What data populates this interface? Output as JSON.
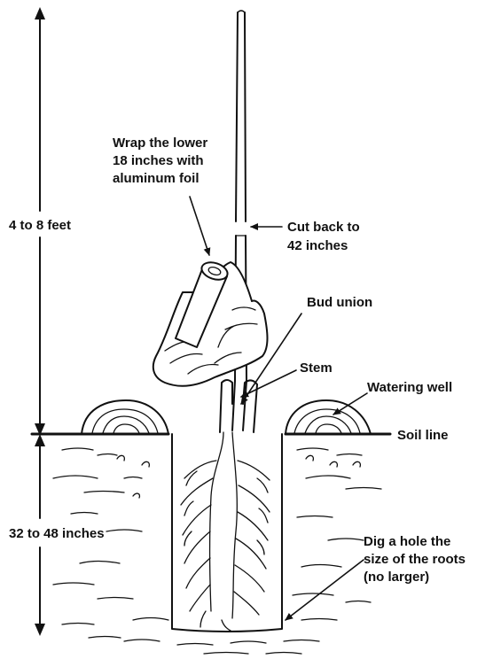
{
  "labels": {
    "height_above": "4 to 8 feet",
    "depth_below": "32 to 48 inches",
    "wrap_line1": "Wrap the lower",
    "wrap_line2": "18 inches with",
    "wrap_line3": "aluminum foil",
    "cut_line1": "Cut back to",
    "cut_line2": "42 inches",
    "bud_union": "Bud union",
    "stem": "Stem",
    "watering_well": "Watering well",
    "soil_line": "Soil line",
    "dig_line1": "Dig a hole the",
    "dig_line2": "size of the roots",
    "dig_line3": "(no larger)"
  },
  "colors": {
    "ink": "#111111",
    "paper": "#ffffff"
  }
}
